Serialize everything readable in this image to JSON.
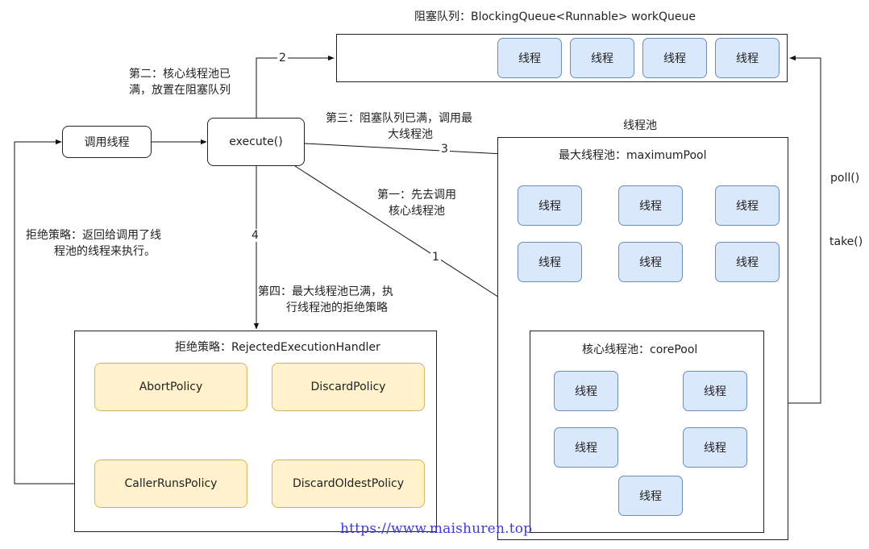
{
  "queue": {
    "title": "阻塞队列：BlockingQueue<Runnable> workQueue",
    "threads": [
      "线程",
      "线程",
      "线程",
      "线程"
    ]
  },
  "caller": {
    "label": "调用线程"
  },
  "execute": {
    "label": "execute()"
  },
  "pool": {
    "title": "线程池",
    "maximum_title": "最大线程池：maximumPool",
    "maximum_threads": [
      "线程",
      "线程",
      "线程",
      "线程",
      "线程",
      "线程"
    ],
    "core_title": "核心线程池：corePool",
    "core_threads": [
      "线程",
      "线程",
      "线程",
      "线程",
      "线程"
    ]
  },
  "reject": {
    "title": "拒绝策略：RejectedExecutionHandler",
    "policies": [
      "AbortPolicy",
      "DiscardPolicy",
      "CallerRunsPolicy",
      "DiscardOldestPolicy"
    ]
  },
  "edges": {
    "n1": "1",
    "n2": "2",
    "n3": "3",
    "n4": "4",
    "poll": "poll()",
    "take": "take()"
  },
  "annotations": {
    "step2_line1": "第二：核心线程池已",
    "step2_line2": "满，放置在阻塞队列",
    "step3_line1": "第三：阻塞队列已满，调用最",
    "step3_line2": "大线程池",
    "step1_line1": "第一：先去调用",
    "step1_line2": "核心线程池",
    "step4_line1": "第四：最大线程池已满，执",
    "step4_line2": "行线程池的拒绝策略",
    "reject_line1": "拒绝策略：返回给调用了线",
    "reject_line2": "程池的线程来执行。"
  },
  "watermark": "https://www.maishuren.top"
}
